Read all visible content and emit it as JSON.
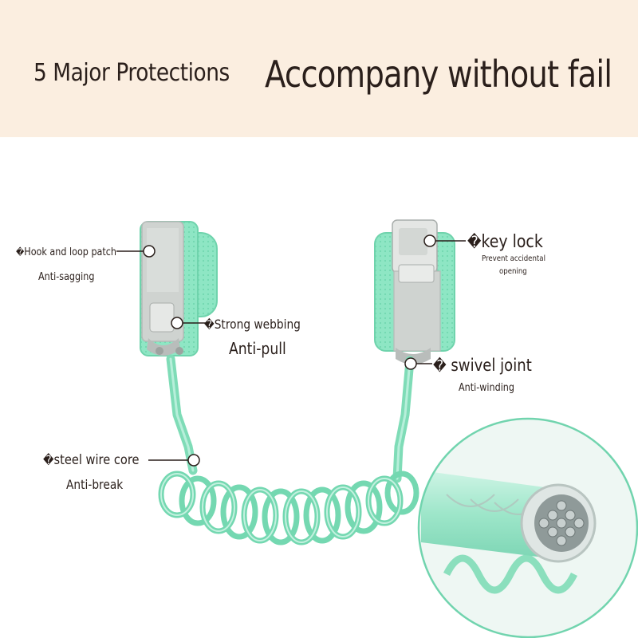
{
  "banner": {
    "subtitle": "5 Major Protections",
    "title": "Accompany without fail"
  },
  "features": [
    {
      "mark": "�",
      "title": "Hook and loop patch",
      "desc": "Anti-sagging"
    },
    {
      "mark": "�",
      "title": "Strong webbing",
      "desc": "Anti-pull"
    },
    {
      "mark": "�",
      "title": "key lock",
      "desc_line1": "Prevent accidental",
      "desc_line2": "opening"
    },
    {
      "mark": "�",
      "title": " swivel joint",
      "desc": "Anti-winding"
    },
    {
      "mark": "�",
      "title": "steel wire core",
      "desc": "Anti-break"
    }
  ],
  "colors": {
    "banner_bg": "#fbeee0",
    "mint": "#86e3c0",
    "mint_dark": "#5fcfa5",
    "strap_gray": "#c9ccc9",
    "text": "#2a1f1b"
  }
}
